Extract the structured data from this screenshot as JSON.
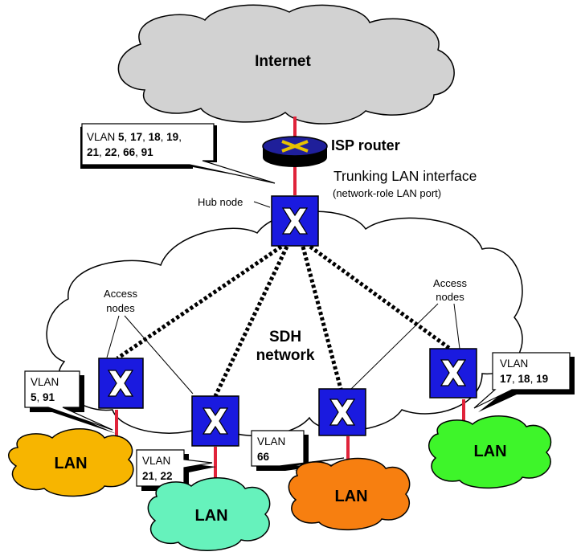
{
  "internet": {
    "label": "Internet"
  },
  "isp_router": {
    "label": "ISP router"
  },
  "trunk": {
    "title": "Trunking LAN interface",
    "subtitle": "(network-role LAN port)"
  },
  "hub_node": {
    "label": "Hub node"
  },
  "sdh": {
    "line1": "SDH",
    "line2": "network"
  },
  "access_left": {
    "line1": "Access",
    "line2": "nodes"
  },
  "access_right": {
    "line1": "Access",
    "line2": "nodes"
  },
  "callout_top": {
    "prefix": "VLAN ",
    "line1": [
      "5",
      "17",
      "18",
      "19"
    ],
    "line2": [
      "21",
      "22",
      "66",
      "91"
    ]
  },
  "callout_a": {
    "prefix": "VLAN",
    "values": [
      "5",
      "91"
    ]
  },
  "callout_b": {
    "prefix": "VLAN",
    "values": [
      "21",
      "22"
    ]
  },
  "callout_c": {
    "prefix": "VLAN",
    "values": [
      "66"
    ]
  },
  "callout_d": {
    "prefix": "VLAN",
    "values": [
      "17",
      "18",
      "19"
    ]
  },
  "lans": {
    "a": {
      "label": "LAN",
      "color": "#f7b500"
    },
    "b": {
      "label": "LAN",
      "color": "#66f2bc"
    },
    "c": {
      "label": "LAN",
      "color": "#f77f10"
    },
    "d": {
      "label": "LAN",
      "color": "#3ef52a"
    }
  },
  "colors": {
    "node_blue": "#1a1adf",
    "link_red": "#e0233a",
    "internet_cloud": "#d2d2d2",
    "router_top": "#1f1f9a",
    "router_x": "#e8c200"
  }
}
